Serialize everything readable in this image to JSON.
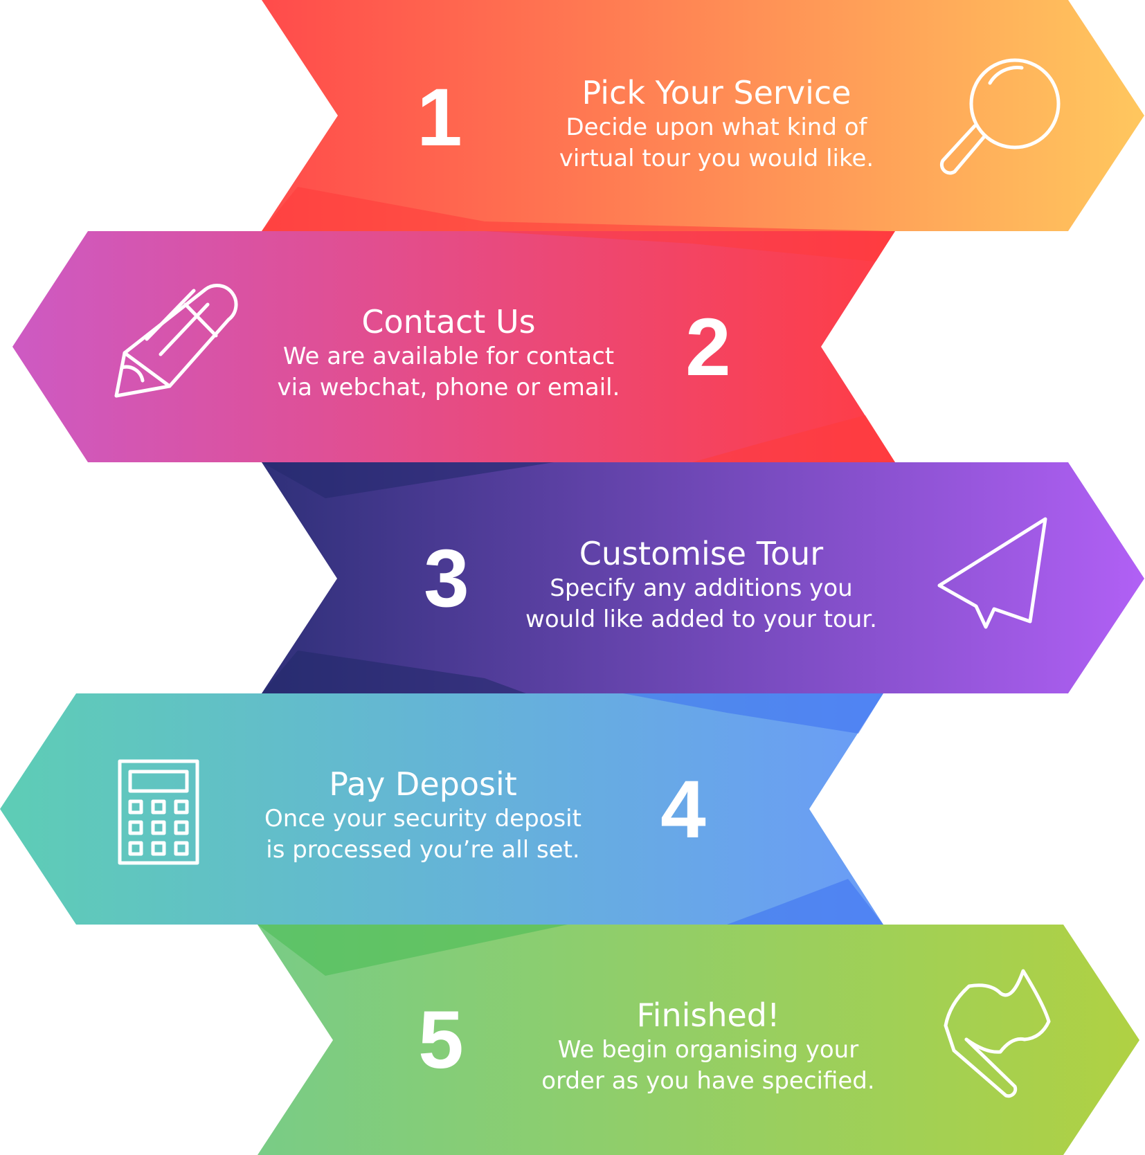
{
  "steps": [
    {
      "number": "1",
      "title": "Pick Your Service",
      "lines": [
        "Decide upon what kind of",
        "virtual tour you would like."
      ],
      "icon": "magnifier-icon",
      "colors": {
        "start": "#ff4b4b",
        "end": "#ffc75e"
      }
    },
    {
      "number": "2",
      "title": "Contact Us",
      "lines": [
        "We are available for contact",
        "via webchat, phone or email."
      ],
      "icon": "pencil-icon",
      "colors": {
        "start": "#cd5ac3",
        "end": "#ff3d45"
      }
    },
    {
      "number": "3",
      "title": "Customise Tour",
      "lines": [
        "Specify any additions you",
        "would like added to your tour."
      ],
      "icon": "paper-plane-icon",
      "colors": {
        "start": "#2f3079",
        "end": "#b160f5"
      }
    },
    {
      "number": "4",
      "title": "Pay Deposit",
      "lines": [
        "Once your security deposit",
        "is processed you’re all set."
      ],
      "icon": "calculator-icon",
      "colors": {
        "start": "#5ecdb5",
        "end": "#4a7ff2"
      }
    },
    {
      "number": "5",
      "title": "Finished!",
      "lines": [
        "We begin organising your",
        "order as you have specified."
      ],
      "icon": "flag-icon",
      "colors": {
        "start": "#5cbf5a",
        "end": "#b0d143"
      }
    }
  ]
}
